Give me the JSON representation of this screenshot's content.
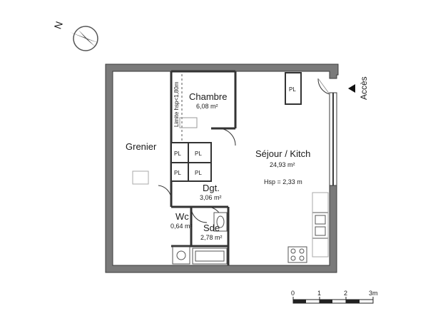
{
  "compass": {
    "north_letter": "N",
    "icon": "north-arrow-icon"
  },
  "entrance": {
    "label": "Accès",
    "icon": "entrance-arrow-icon"
  },
  "rooms": {
    "grenier": {
      "name": "Grenier"
    },
    "chambre": {
      "name": "Chambre",
      "area": "6,08 m²",
      "limit_note": "Limite hsp<1,80m"
    },
    "sejour": {
      "name": "Séjour / Kitch",
      "area": "24,93 m²",
      "ceiling_height": "Hsp = 2,33 m"
    },
    "dgt": {
      "name": "Dgt.",
      "area": "3,06 m²"
    },
    "wc": {
      "name": "Wc",
      "area": "0,64 m²"
    },
    "sde": {
      "name": "Sde",
      "area": "2,78 m²"
    }
  },
  "closets": {
    "label": "PL"
  },
  "scale_bar": {
    "ticks": [
      "0",
      "1",
      "2",
      "3m"
    ]
  },
  "colors": {
    "wall": "#7a7a7a",
    "wall_edge": "#3a3a3a",
    "line": "#333333"
  }
}
